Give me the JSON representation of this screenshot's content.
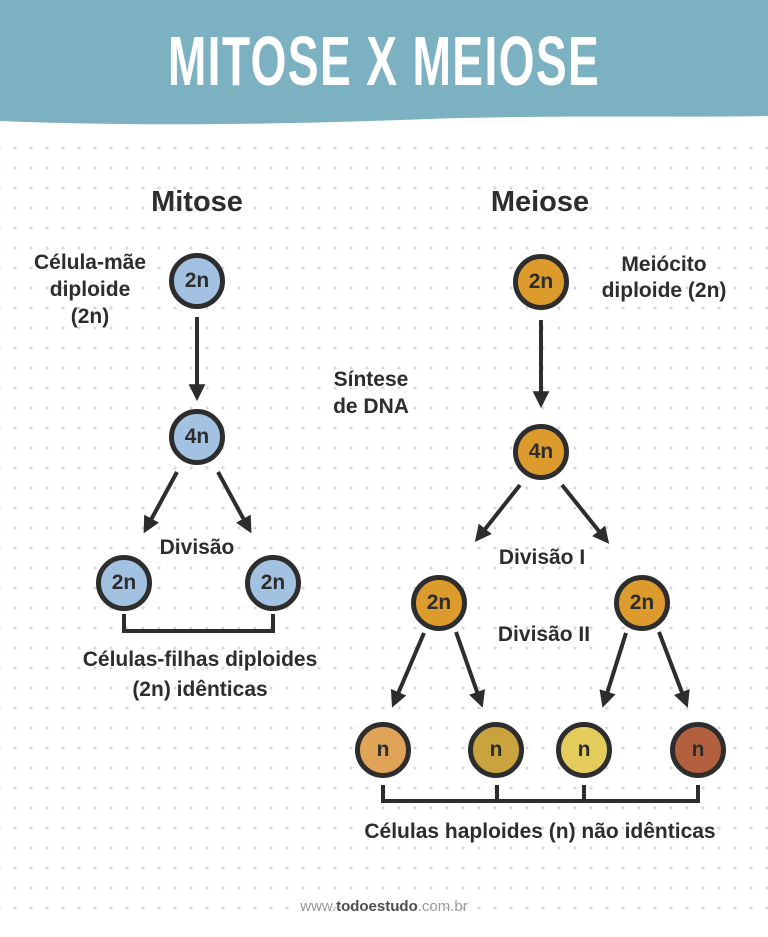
{
  "colors": {
    "banner": "#7bb1c0",
    "ink": "#2d2d2d",
    "mitose_cell_fill": "#a3c2e2",
    "meiose_cell_fill": "#dd9b2e",
    "haploid_fills": [
      "#e0a458",
      "#c9a33e",
      "#e4cc5c",
      "#b3603f"
    ],
    "dot_pattern": "#d5d8e0",
    "footer_gray": "#9b9b9b"
  },
  "banner": {
    "title": "MITOSE X MEIOSE"
  },
  "mitose": {
    "heading": "Mitose",
    "parent_label": "Célula-mãe\ndiploide\n(2n)",
    "cells": {
      "parent": "2n",
      "synthesis": "4n",
      "daughter_left": "2n",
      "daughter_right": "2n"
    },
    "division_label": "Divisão",
    "caption": "Células-filhas diploides\n(2n) idênticas"
  },
  "middle": {
    "synthesis_label": "Síntese\nde DNA"
  },
  "meiose": {
    "heading": "Meiose",
    "parent_label": "Meiócito\ndiploide (2n)",
    "cells": {
      "parent": "2n",
      "synthesis": "4n",
      "division1_left": "2n",
      "division1_right": "2n",
      "haploids": [
        "n",
        "n",
        "n",
        "n"
      ]
    },
    "division1_label": "Divisão I",
    "division2_label": "Divisão II",
    "caption": "Células haploides (n) não idênticas"
  },
  "footer": {
    "url_prefix": "www.",
    "url_bold": "todoestudo",
    "url_suffix": ".com.br"
  }
}
